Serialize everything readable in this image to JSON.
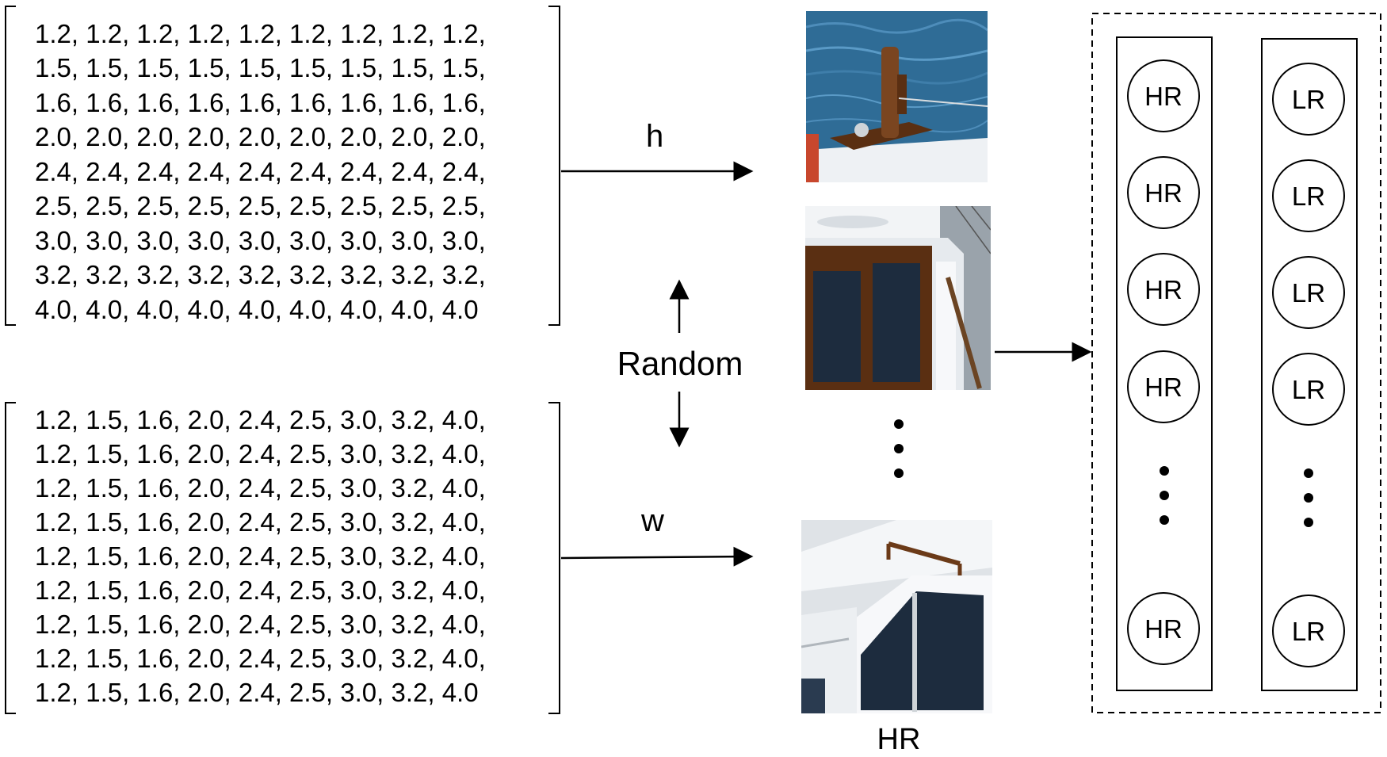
{
  "matrix_h": {
    "rows": [
      "1.2, 1.2, 1.2, 1.2, 1.2, 1.2, 1.2, 1.2, 1.2,",
      "1.5, 1.5, 1.5, 1.5, 1.5, 1.5, 1.5, 1.5, 1.5,",
      "1.6, 1.6, 1.6, 1.6, 1.6, 1.6, 1.6, 1.6, 1.6,",
      "2.0, 2.0, 2.0, 2.0, 2.0, 2.0, 2.0, 2.0, 2.0,",
      "2.4, 2.4, 2.4, 2.4, 2.4, 2.4, 2.4, 2.4, 2.4,",
      "2.5, 2.5, 2.5, 2.5, 2.5, 2.5, 2.5, 2.5, 2.5,",
      "3.0, 3.0, 3.0, 3.0, 3.0, 3.0, 3.0, 3.0, 3.0,",
      "3.2, 3.2, 3.2, 3.2, 3.2, 3.2, 3.2, 3.2, 3.2,",
      "4.0, 4.0, 4.0, 4.0, 4.0, 4.0, 4.0, 4.0, 4.0"
    ]
  },
  "matrix_w": {
    "rows": [
      "1.2, 1.5, 1.6, 2.0, 2.4, 2.5, 3.0, 3.2, 4.0,",
      "1.2, 1.5, 1.6, 2.0, 2.4, 2.5, 3.0, 3.2, 4.0,",
      "1.2, 1.5, 1.6, 2.0, 2.4, 2.5, 3.0, 3.2, 4.0,",
      "1.2, 1.5, 1.6, 2.0, 2.4, 2.5, 3.0, 3.2, 4.0,",
      "1.2, 1.5, 1.6, 2.0, 2.4, 2.5, 3.0, 3.2, 4.0,",
      "1.2, 1.5, 1.6, 2.0, 2.4, 2.5, 3.0, 3.2, 4.0,",
      "1.2, 1.5, 1.6, 2.0, 2.4, 2.5, 3.0, 3.2, 4.0,",
      "1.2, 1.5, 1.6, 2.0, 2.4, 2.5, 3.0, 3.2, 4.0,",
      "1.2, 1.5, 1.6, 2.0, 2.4, 2.5, 3.0, 3.2, 4.0"
    ]
  },
  "labels": {
    "h": "h",
    "w": "w",
    "random": "Random",
    "hr_caption": "HR"
  },
  "batch": {
    "hr_column": [
      "HR",
      "HR",
      "HR",
      "HR",
      "HR"
    ],
    "lr_column": [
      "LR",
      "LR",
      "LR",
      "LR",
      "LR"
    ]
  },
  "colors": {
    "water": "#2f6c96",
    "boat_white": "#eef1f4",
    "wood": "#5a2f12",
    "window": "#1d2c3e"
  }
}
